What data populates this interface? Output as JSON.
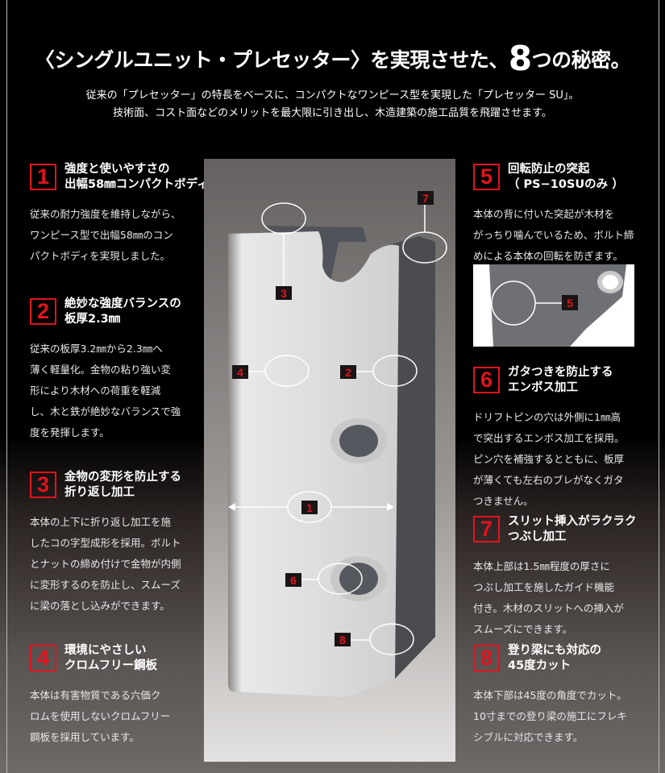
{
  "title": {
    "before": "〈シングルユニット・プレセッター〉を実現させた、",
    "number": "8",
    "after": "つの秘密。"
  },
  "intro": [
    "従来の「プレセッター」の特長をベースに、コンパクトなワンピース型を実現した「プレセッター SU」。",
    "技術面、コスト面などのメリットを最大限に引き出し、木造建築の施工品質を飛躍させます。"
  ],
  "sections": [
    {
      "num": "1",
      "head": [
        "強度と使いやすさの",
        "出幅58㎜コンパクトボディ"
      ],
      "body": [
        "従来の耐力強度を維持しながら、",
        "ワンピース型で出幅58㎜のコン",
        "パクトボディを実現しました。"
      ]
    },
    {
      "num": "2",
      "head": [
        "絶妙な強度バランスの",
        "板厚2.3㎜"
      ],
      "body": [
        "従来の板厚3.2㎜から2.3㎜へ",
        "薄く軽量化。金物の粘り強い変",
        "形により木材への荷重を軽減",
        "し、木と鉄が絶妙なバランスで強",
        "度を発揮します。"
      ]
    },
    {
      "num": "3",
      "head": [
        "金物の変形を防止する",
        "折り返し加工"
      ],
      "body": [
        "本体の上下に折り返し加工を施",
        "したコの字型成形を採用。ボルト",
        "とナットの締め付けで金物が内側",
        "に変形するのを防止し、スムーズ",
        "に梁の落とし込みができます。"
      ]
    },
    {
      "num": "4",
      "head": [
        "環境にやさしい",
        "クロムフリー鋼板"
      ],
      "body": [
        "本体は有害物質である六価ク",
        "ロムを使用しないクロムフリー",
        "鋼板を採用しています。"
      ]
    },
    {
      "num": "5",
      "head": [
        "回転防止の突起",
        "（ PS−10SUのみ ）"
      ],
      "body": [
        "本体の背に付いた突起が木材を",
        "がっちり噛んでいるため、ボルト締",
        "めによる本体の回転を防ぎます。"
      ]
    },
    {
      "num": "6",
      "head": [
        "ガタつきを防止する",
        "エンボス加工"
      ],
      "body": [
        "ドリフトピンの穴は外側に1㎜高",
        "で突出するエンボス加工を採用。",
        "ピン穴を補強するとともに、板厚",
        "が薄くても左右のブレがなくガタ",
        "つきません。"
      ]
    },
    {
      "num": "7",
      "head": [
        "スリット挿入がラクラク",
        "つぶし加工"
      ],
      "body": [
        "本体上部は1.5㎜程度の厚さに",
        "つぶし加工を施したガイド機能",
        "付き。木材のスリットへの挿入が",
        "スムーズにできます。"
      ]
    },
    {
      "num": "8",
      "head": [
        "登り梁にも対応の",
        "45度カット"
      ],
      "body": [
        "本体下部は45度の角度でカット。",
        "10寸までの登り梁の施工にフレキ",
        "シブルに対応できます。"
      ]
    }
  ],
  "callouts": {
    "c1": "1",
    "c2": "2",
    "c3": "3",
    "c4": "4",
    "c5": "5",
    "c6": "6",
    "c7": "7",
    "c8": "8"
  },
  "colors": {
    "accent": "#e0141e",
    "label_bg": "#1a1414"
  }
}
